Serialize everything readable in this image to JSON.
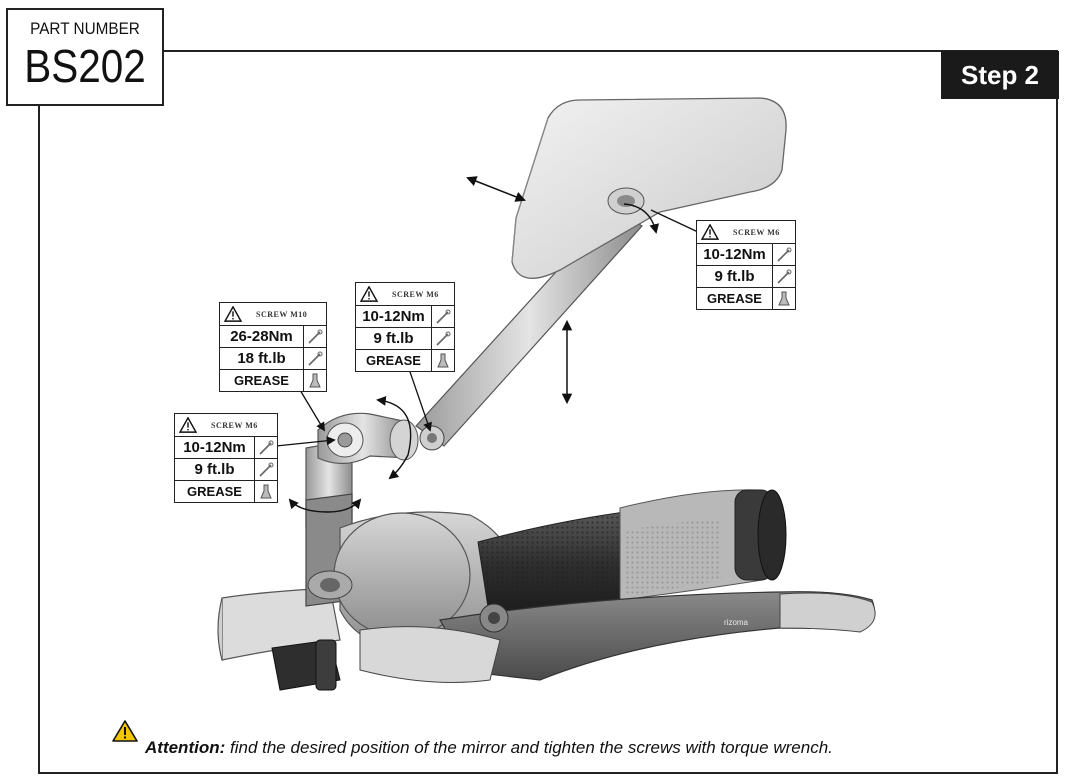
{
  "header": {
    "part_label": "PART NUMBER",
    "part_value": "BS202",
    "step": "Step 2"
  },
  "specs": [
    {
      "screw": "SCREW M6",
      "torque": "10-12Nm",
      "imperial": "9 ft.lb",
      "lube": "GREASE"
    },
    {
      "screw": "SCREW M6",
      "torque": "10-12Nm",
      "imperial": "9 ft.lb",
      "lube": "GREASE"
    },
    {
      "screw": "SCREW M10",
      "torque": "26-28Nm",
      "imperial": "18 ft.lb",
      "lube": "GREASE"
    },
    {
      "screw": "SCREW M6",
      "torque": "10-12Nm",
      "imperial": "9 ft.lb",
      "lube": "GREASE"
    }
  ],
  "illustration": {
    "lever_brand": "rizoma"
  },
  "footer": {
    "attention_label": "Attention:",
    "attention_text": "find the desired position of the mirror and tighten the screws with torque wrench."
  },
  "colors": {
    "warning_yellow": "#f2c500",
    "step_bg": "#1a1a1a"
  }
}
